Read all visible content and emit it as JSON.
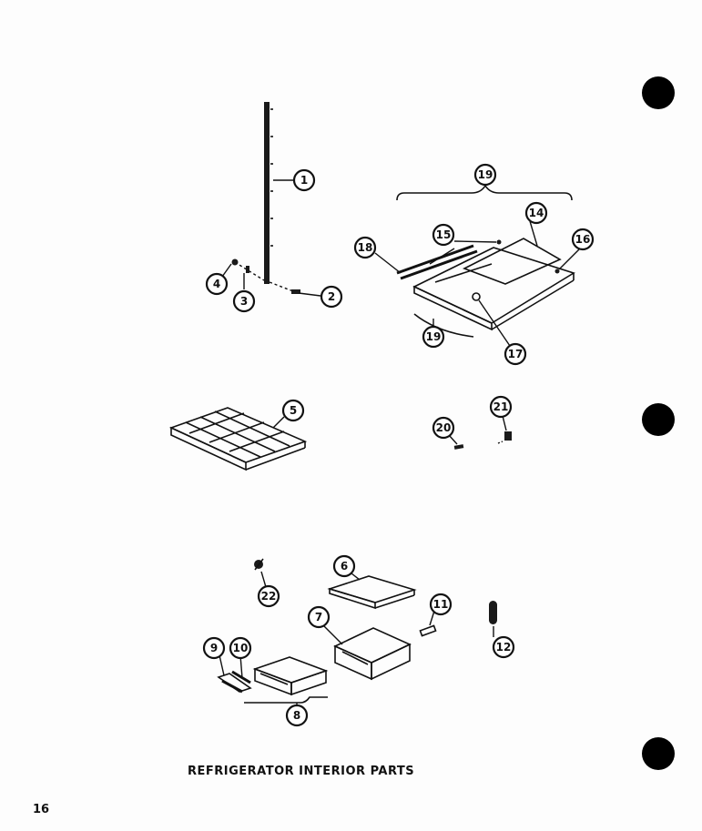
{
  "title": "REFRIGERATOR INTERIOR PARTS",
  "page_number": "16",
  "callouts": [
    "1",
    "2",
    "3",
    "4",
    "5",
    "6",
    "7",
    "8",
    "9",
    "10",
    "11",
    "12",
    "14",
    "15",
    "16",
    "17",
    "18",
    "19",
    "19",
    "20",
    "21",
    "22"
  ]
}
